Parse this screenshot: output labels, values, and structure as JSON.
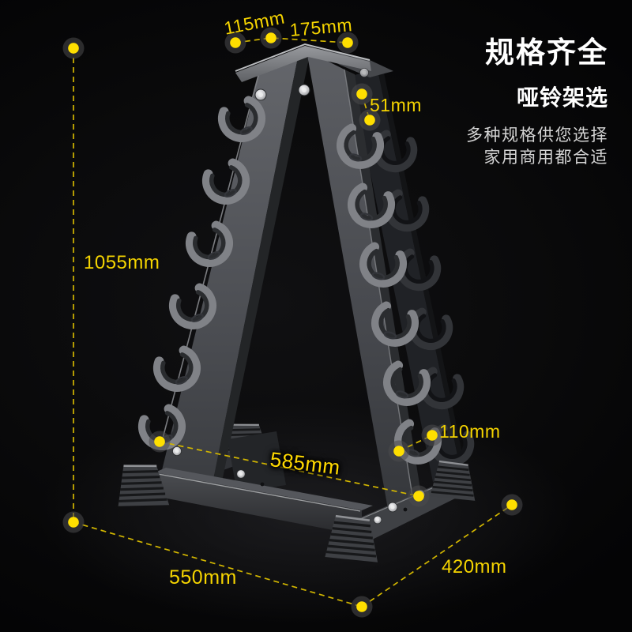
{
  "headline": {
    "title": "规格齐全",
    "subtitle": "哑铃架选",
    "desc": [
      "多种规格供您选择",
      "家用商用都合适"
    ]
  },
  "dimensions": {
    "top_left_width": "115mm",
    "top_right_width": "175mm",
    "hook_gap": "51mm",
    "total_height": "1055mm",
    "hook_depth": "110mm",
    "base_beam_length": "585mm",
    "base_side_length": "550mm",
    "base_side_width": "420mm"
  },
  "colors": {
    "accent_yellow": "#ffdf00",
    "dash_yellow": "#d2b600",
    "background": "#0a0a0b",
    "headline_white": "#ffffff",
    "desc_gray": "#d4d4d4"
  }
}
